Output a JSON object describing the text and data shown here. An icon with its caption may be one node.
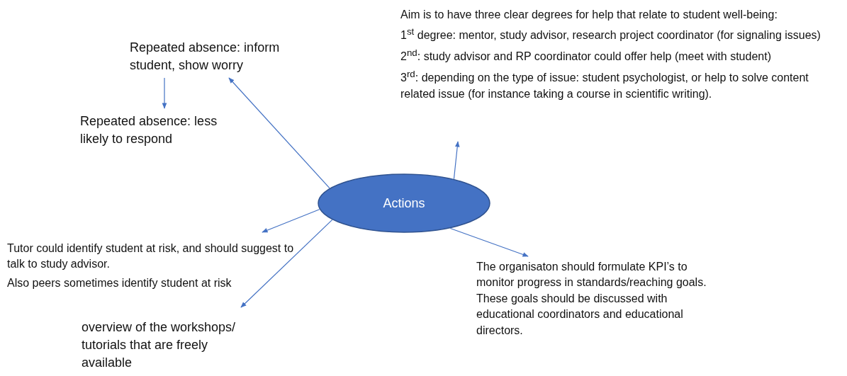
{
  "diagram": {
    "nodes": [
      {
        "text": [
          "Repeated absence: inform student, show worry"
        ]
      },
      {
        "text": [
          "Repeated absence: less likely to respond"
        ]
      },
      {
        "text": [
          "Aim is to have three clear degrees for help that relate to student well-being:",
          "1$^{st}$ degree: mentor, study advisor, research project coordinator (for signaling issues)",
          "2$^{nd}$: study advisor and RP coordinator could offer help (meet with student)",
          "3$^{rd}$: depending on the type of issue: student psychologist, or help to solve content related issue (for instance taking a course in scientific writing)."
        ]
      },
      {
        "text": [
          "Actions"
        ]
      },
      {
        "text": [
          "Tutor could identify student at risk, and should suggest to talk to study advisor.",
          "Also peers sometimes identify student at risk"
        ]
      },
      {
        "text": [
          "overview of the workshops/ tutorials that are freely available"
        ]
      },
      {
        "text": [
          "The organisaton should formulate KPI’s to monitor progress in standards/reaching goals. These goals should be discussed with educational coordinators and educational directors."
        ]
      }
    ],
    "edges": [
      {
        "from": 3,
        "to": 0,
        "arrow": "to"
      },
      {
        "from": 0,
        "to": 1,
        "arrow": "to"
      },
      {
        "from": 3,
        "to": 2,
        "arrow": "to"
      },
      {
        "from": 3,
        "to": 4,
        "arrow": "to"
      },
      {
        "from": 3,
        "to": 5,
        "arrow": "to"
      },
      {
        "from": 3,
        "to": 6,
        "arrow": "to"
      }
    ]
  }
}
